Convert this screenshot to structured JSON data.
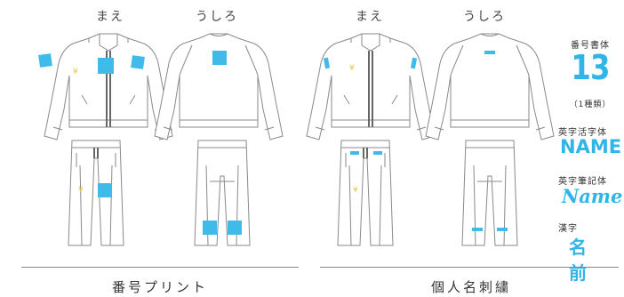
{
  "views": {
    "front": "まえ",
    "back": "うしろ"
  },
  "sections": {
    "print": "番号プリント",
    "embroidery": "個人名刺繍"
  },
  "sidebar": {
    "number_font_label": "番号書体",
    "number_sample": "13",
    "number_note": "（1種類）",
    "block_label": "英字活字体",
    "block_sample": "NAME",
    "script_label": "英字筆記体",
    "script_sample": "Name",
    "kanji_label": "漢字",
    "kanji_sample": "名 前"
  },
  "logo_mark": "¥",
  "colors": {
    "accent": "#3fbbea",
    "logo": "#e8c440",
    "outline": "#8a8a8a"
  }
}
